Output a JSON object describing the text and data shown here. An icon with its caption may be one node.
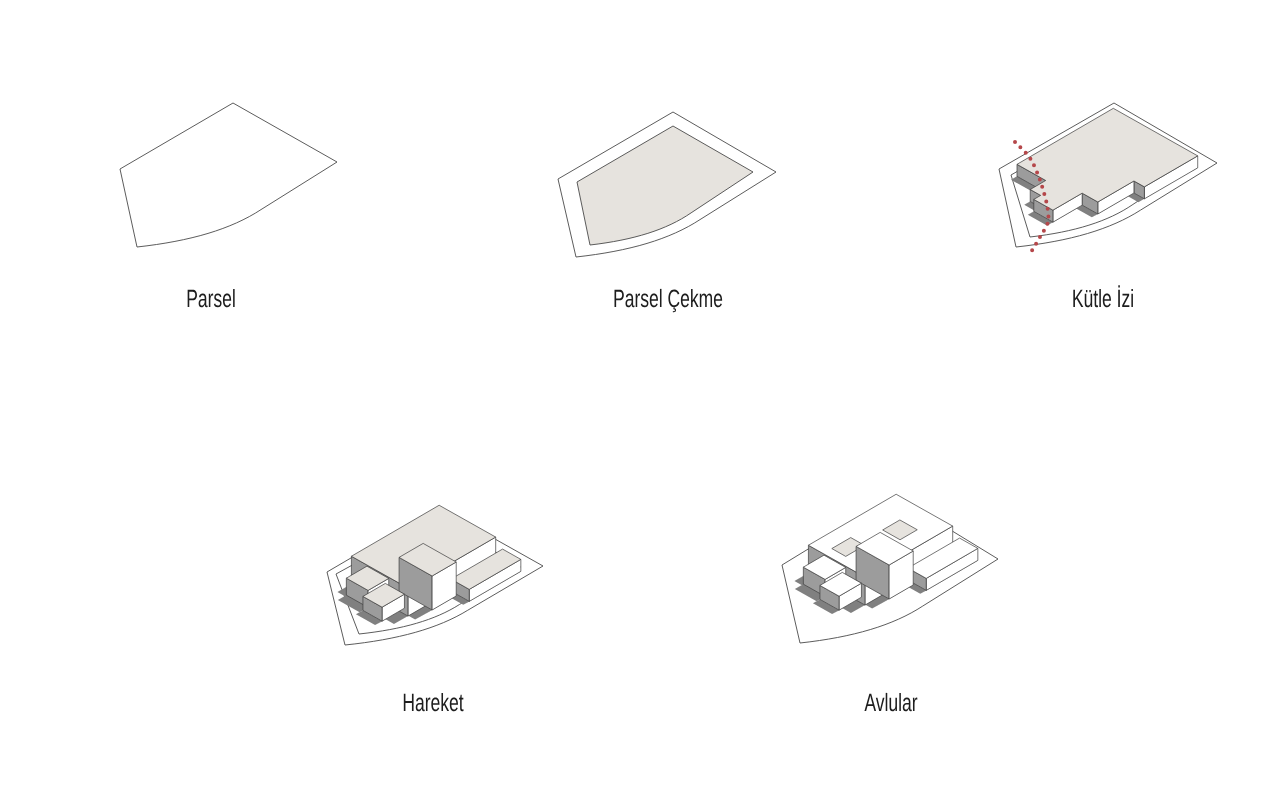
{
  "diagram": {
    "labels": [
      "Parsel",
      "Parsel Çekme",
      "Kütle İzi",
      "Hareket",
      "Avlular"
    ]
  }
}
